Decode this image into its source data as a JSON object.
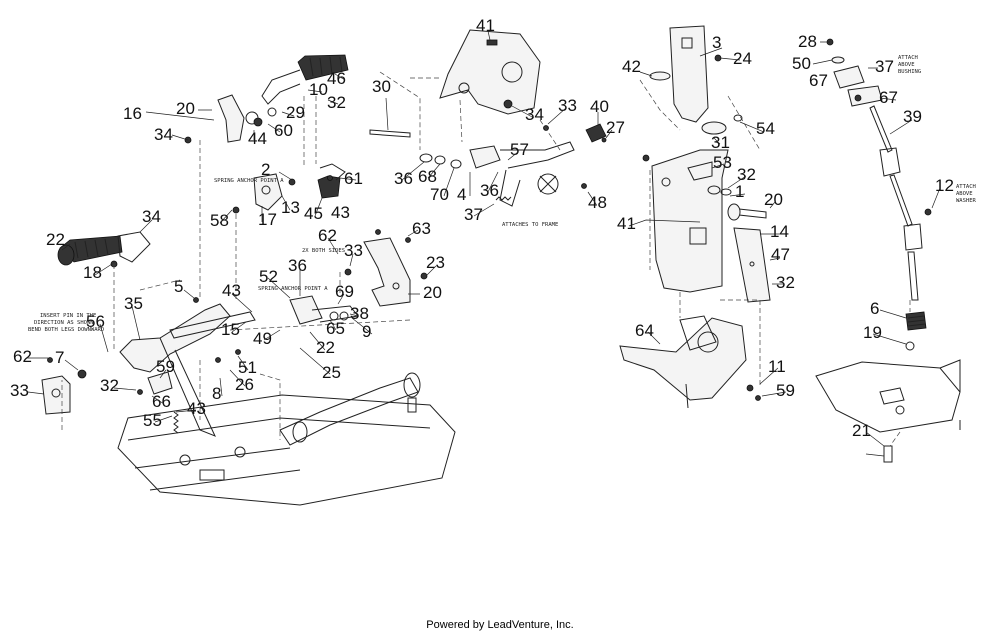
{
  "callouts": [
    "41",
    "3",
    "24",
    "28",
    "42",
    "50",
    "67",
    "37",
    "30",
    "46",
    "10",
    "32",
    "33",
    "40",
    "34",
    "67",
    "39",
    "16",
    "20",
    "29",
    "54",
    "60",
    "44",
    "27",
    "34",
    "31",
    "57",
    "2",
    "53",
    "32",
    "61",
    "36",
    "68",
    "70",
    "4",
    "36",
    "48",
    "1",
    "20",
    "17",
    "13",
    "45",
    "43",
    "37",
    "12",
    "34",
    "58",
    "41",
    "14",
    "47",
    "22",
    "63",
    "62",
    "33",
    "23",
    "32",
    "18",
    "20",
    "5",
    "43",
    "52",
    "36",
    "69",
    "38",
    "6",
    "35",
    "56",
    "15",
    "65",
    "9",
    "64",
    "19",
    "49",
    "22",
    "62",
    "7",
    "59",
    "51",
    "11",
    "33",
    "32",
    "8",
    "26",
    "25",
    "59",
    "66",
    "43",
    "55",
    "21"
  ],
  "notes": {
    "spring_anchor_a1": "SPRING ANCHOR POINT A",
    "spring_anchor_a2": "SPRING ANCHOR POINT A",
    "both_sides": "2X BOTH SIDES",
    "insert_pin_line1": "INSERT PIN IN THE",
    "insert_pin_line2": "DIRECTION AS SHOWN",
    "insert_pin_line3": "BEND BOTH LEGS DOWNWARD",
    "attaches_to_frame": "ATTACHES TO FRAME",
    "attach_above_bushing_1": "ATTACH",
    "attach_above_bushing_2": "ABOVE",
    "attach_above_bushing_3": "BUSHING",
    "attach_above_washer_1": "ATTACH",
    "attach_above_washer_2": "ABOVE",
    "attach_above_washer_3": "WASHER"
  },
  "footer": "Powered by LeadVenture, Inc."
}
